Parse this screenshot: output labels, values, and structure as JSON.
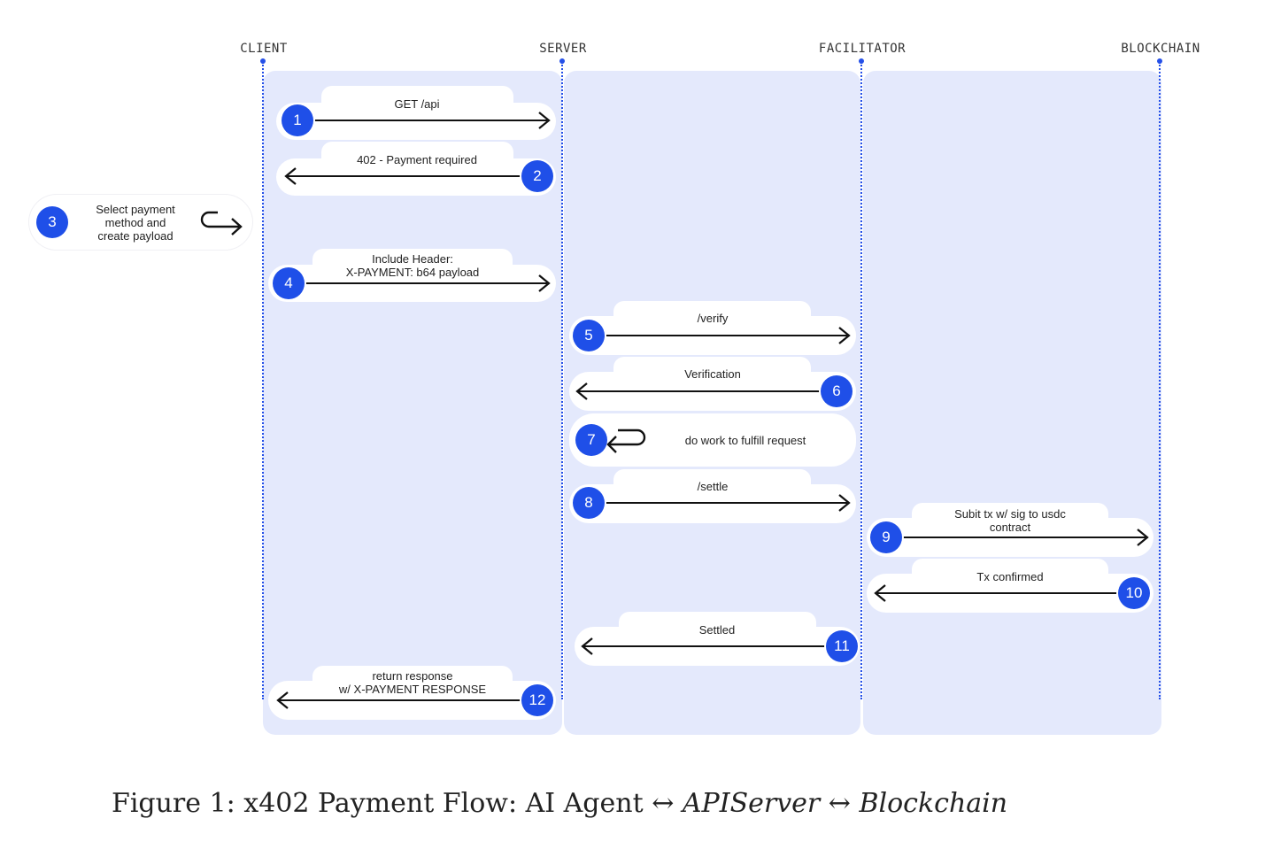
{
  "actors": [
    "CLIENT",
    "SERVER",
    "FACILITATOR",
    "BLOCKCHAIN"
  ],
  "steps": [
    {
      "n": "1",
      "label": "GET /api",
      "from": "CLIENT",
      "to": "SERVER"
    },
    {
      "n": "2",
      "label": "402 - Payment required",
      "from": "SERVER",
      "to": "CLIENT"
    },
    {
      "n": "3",
      "label_lines": [
        "Select payment",
        "method and",
        "create payload"
      ],
      "from": "CLIENT",
      "to": "CLIENT"
    },
    {
      "n": "4",
      "label_lines": [
        "Include Header:",
        "X-PAYMENT: b64 payload"
      ],
      "from": "CLIENT",
      "to": "SERVER"
    },
    {
      "n": "5",
      "label": "/verify",
      "from": "SERVER",
      "to": "FACILITATOR"
    },
    {
      "n": "6",
      "label": "Verification",
      "from": "FACILITATOR",
      "to": "SERVER"
    },
    {
      "n": "7",
      "label": "do work to fulfill request",
      "from": "SERVER",
      "to": "SERVER"
    },
    {
      "n": "8",
      "label": "/settle",
      "from": "SERVER",
      "to": "FACILITATOR"
    },
    {
      "n": "9",
      "label_lines": [
        "Subit tx w/ sig to usdc",
        "contract"
      ],
      "from": "FACILITATOR",
      "to": "BLOCKCHAIN"
    },
    {
      "n": "10",
      "label": "Tx confirmed",
      "from": "BLOCKCHAIN",
      "to": "FACILITATOR"
    },
    {
      "n": "11",
      "label": "Settled",
      "from": "FACILITATOR",
      "to": "SERVER"
    },
    {
      "n": "12",
      "label_lines": [
        "return response",
        "w/ X-PAYMENT RESPONSE"
      ],
      "from": "SERVER",
      "to": "CLIENT"
    }
  ],
  "caption": {
    "prefix": "Figure 1: x402 Payment Flow: AI Agent ",
    "arrow1": "↔",
    "mid": " APIServer ",
    "arrow2": "↔",
    "end": " Blockchain"
  },
  "colors": {
    "accent": "#1f4fe8",
    "lane": "#e4e9fc"
  }
}
